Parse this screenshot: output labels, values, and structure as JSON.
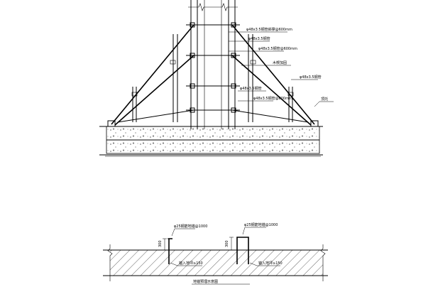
{
  "drawing": {
    "elevation_labels": [
      "φ48x3.5钢管斜撑@600mm",
      "φ48x3.5钢管",
      "φ48x3.5钢管@600mm",
      "木楔加固",
      "φ48x3.5钢管",
      "φ48x3.5钢管",
      "φ48x3.5钢管@600mm",
      "顶托"
    ],
    "section_labels": {
      "anchor_left": "φ25钢筋地锚@1000",
      "anchor_right": "φ25钢筋地锚@1000",
      "dim_left": "300",
      "dim_right": "300",
      "embed_left": "锚入地坪≥150",
      "embed_right": "锚入地坪≥150",
      "caption": "地锚预埋示意图"
    }
  }
}
